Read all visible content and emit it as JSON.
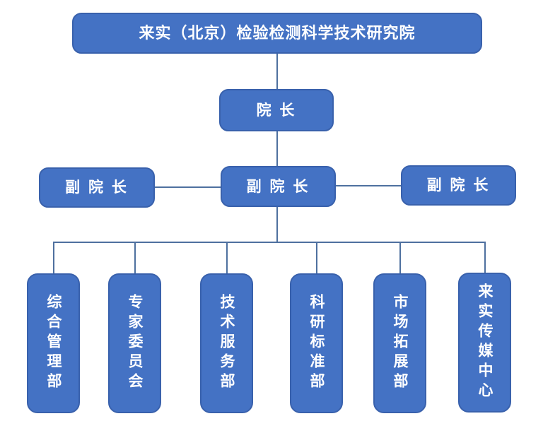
{
  "nodes": {
    "institute": {
      "label": "来实（北京）检验检测科学技术研究院"
    },
    "president": {
      "label": "院 长"
    },
    "vp_left": {
      "label": "副 院 长"
    },
    "vp_center": {
      "label": "副 院 长"
    },
    "vp_right": {
      "label": "副 院 长"
    },
    "dept_general": {
      "label": "综合管理部"
    },
    "dept_experts": {
      "label": "专家委员会"
    },
    "dept_tech_service": {
      "label": "技术服务部"
    },
    "dept_research": {
      "label": "科研标准部"
    },
    "dept_market": {
      "label": "市场拓展部"
    },
    "dept_media": {
      "label": "来实传媒中心"
    }
  },
  "colors": {
    "box_fill": "#4472C4",
    "box_border": "#3961AC",
    "connector": "#4E709F",
    "text": "#FFFFFF",
    "background": "#FFFFFF"
  }
}
